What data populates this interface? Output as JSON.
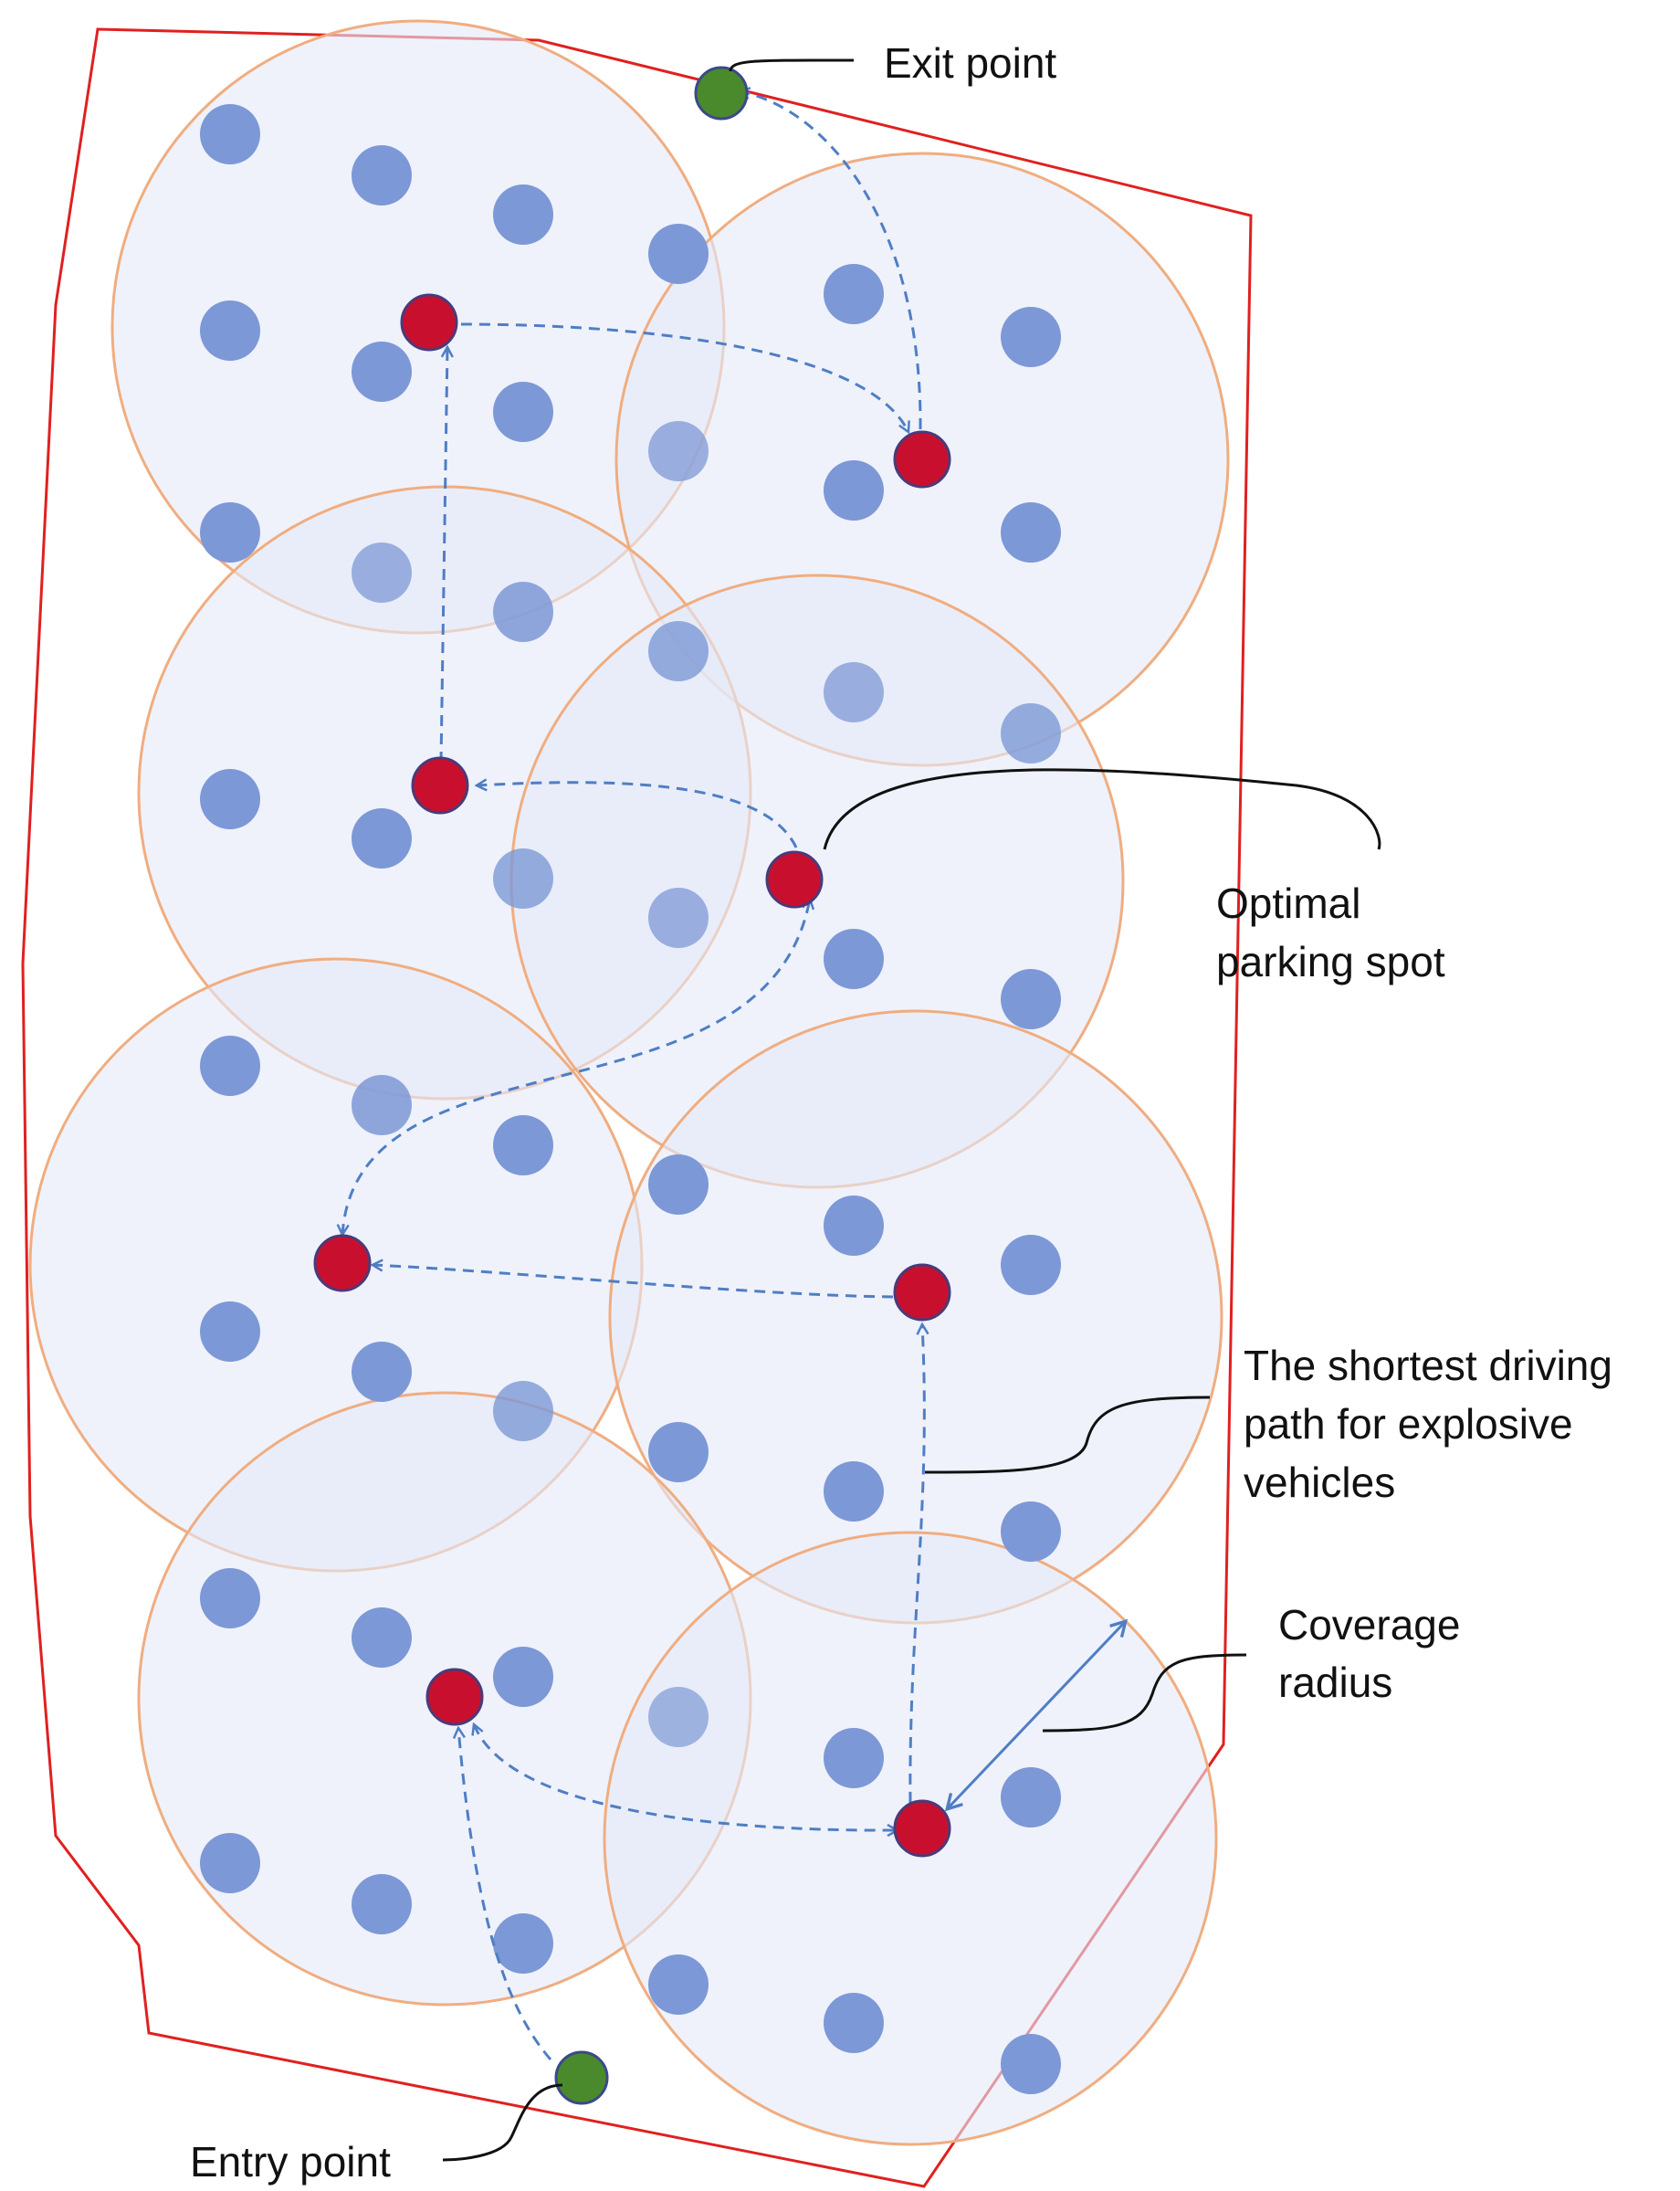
{
  "labels": {
    "exit_point": "Exit point",
    "entry_point": "Entry point",
    "optimal_line1": "Optimal",
    "optimal_line2": "parking spot",
    "path_line1": "The shortest driving",
    "path_line2": "path for explosive",
    "path_line3": "vehicles",
    "coverage_line1": "Coverage",
    "coverage_line2": "radius"
  },
  "colors": {
    "boundary": "#e02020",
    "coverage_fill": "#dfe4f7",
    "coverage_stroke": "#f0ad80",
    "candidate_spot": "#7d98d6",
    "selected_spot": "#c8102e",
    "selected_spot_stroke": "#4a3a7a",
    "gate": "#4a8a2c",
    "gate_stroke": "#3a4a8a",
    "path": "#4f7ec4",
    "leader": "#111111"
  },
  "legend_items": [
    "Exit point",
    "Entry point",
    "Optimal parking spot",
    "The shortest driving path for explosive vehicles",
    "Coverage radius"
  ]
}
